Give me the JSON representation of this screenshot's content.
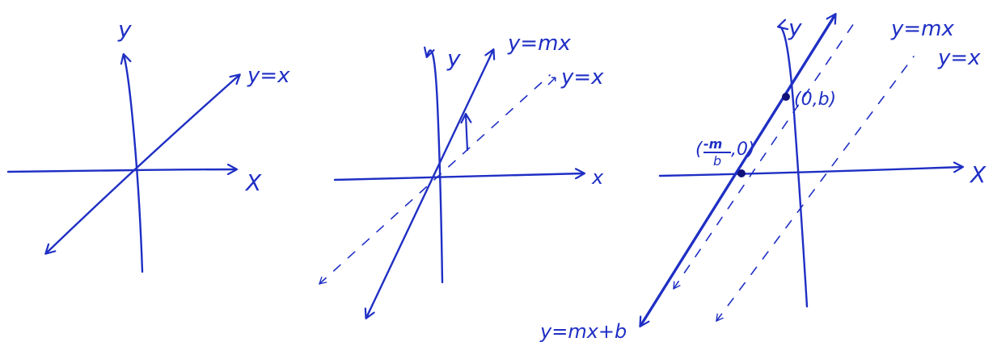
{
  "colors": {
    "ink": "#1f2fc4",
    "paper": "#ffffff"
  },
  "panels": [
    {
      "axis_labels": {
        "y": "y",
        "x": "X"
      },
      "line_labels": {
        "identity": "y=x"
      }
    },
    {
      "axis_labels": {
        "y": "y",
        "x": "x"
      },
      "line_labels": {
        "slope": "y=mx",
        "identity": "y=x"
      }
    },
    {
      "axis_labels": {
        "y": "y",
        "x": "X"
      },
      "line_labels": {
        "slope": "y=mx",
        "identity": "y=x",
        "shifted": "y=mx+b"
      },
      "points": {
        "y_intercept": "(0,b)",
        "x_intercept_open": "(",
        "x_intercept_num": "-m",
        "x_intercept_den": "b",
        "x_intercept_close": ",0)"
      }
    }
  ]
}
